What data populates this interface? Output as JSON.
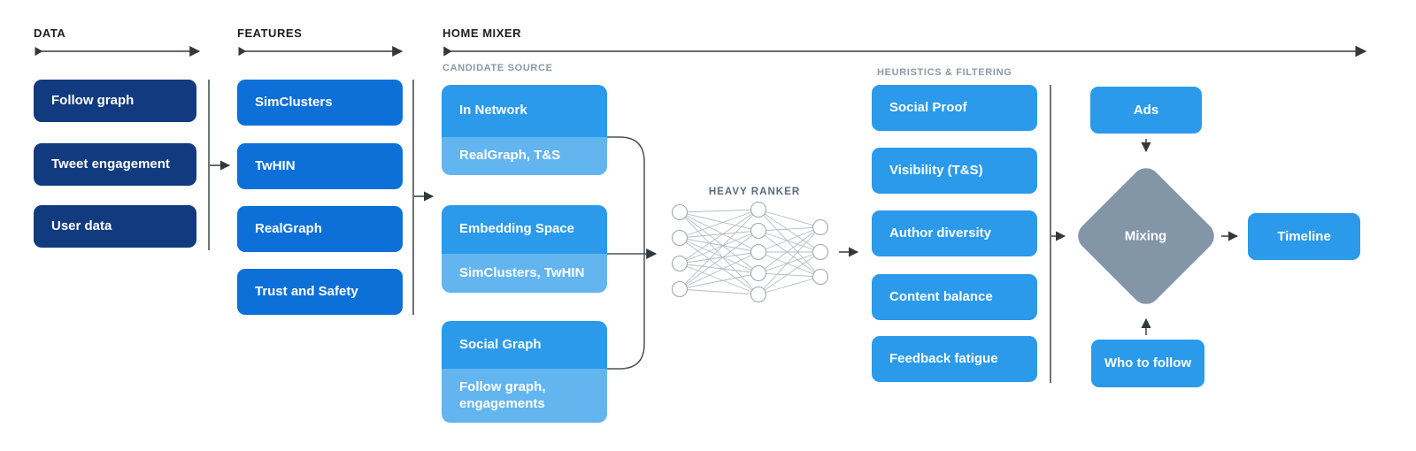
{
  "colors": {
    "navy": "#123a7f",
    "features_blue": "#0d70d8",
    "bright_blue": "#2b9aea",
    "light_blue": "#63b5f0",
    "diamond_gray": "#8396a8",
    "line_dark": "#33383d",
    "section_label_gray": "#8b99a5",
    "ranker_label": "#5b6b7c"
  },
  "headers": {
    "data": "DATA",
    "features": "FEATURES",
    "home_mixer": "HOME MIXER"
  },
  "data_column": {
    "items": [
      "Follow graph",
      "Tweet engagement",
      "User data"
    ]
  },
  "features_column": {
    "items": [
      "SimClusters",
      "TwHIN",
      "RealGraph",
      "Trust and Safety"
    ]
  },
  "candidate_source": {
    "label": "CANDIDATE SOURCE",
    "groups": [
      {
        "title": "In Network",
        "subtitle": "RealGraph, T&S"
      },
      {
        "title": "Embedding Space",
        "subtitle": "SimClusters, TwHIN"
      },
      {
        "title": "Social Graph",
        "subtitle": "Follow graph, engagements"
      }
    ]
  },
  "heavy_ranker": {
    "label": "HEAVY RANKER"
  },
  "heuristics": {
    "label": "HEURISTICS & FILTERING",
    "items": [
      "Social Proof",
      "Visibility (T&S)",
      "Author diversity",
      "Content balance",
      "Feedback fatigue"
    ]
  },
  "mixing_stage": {
    "ads": "Ads",
    "diamond": "Mixing",
    "who_to_follow": "Who to follow",
    "timeline": "Timeline"
  }
}
